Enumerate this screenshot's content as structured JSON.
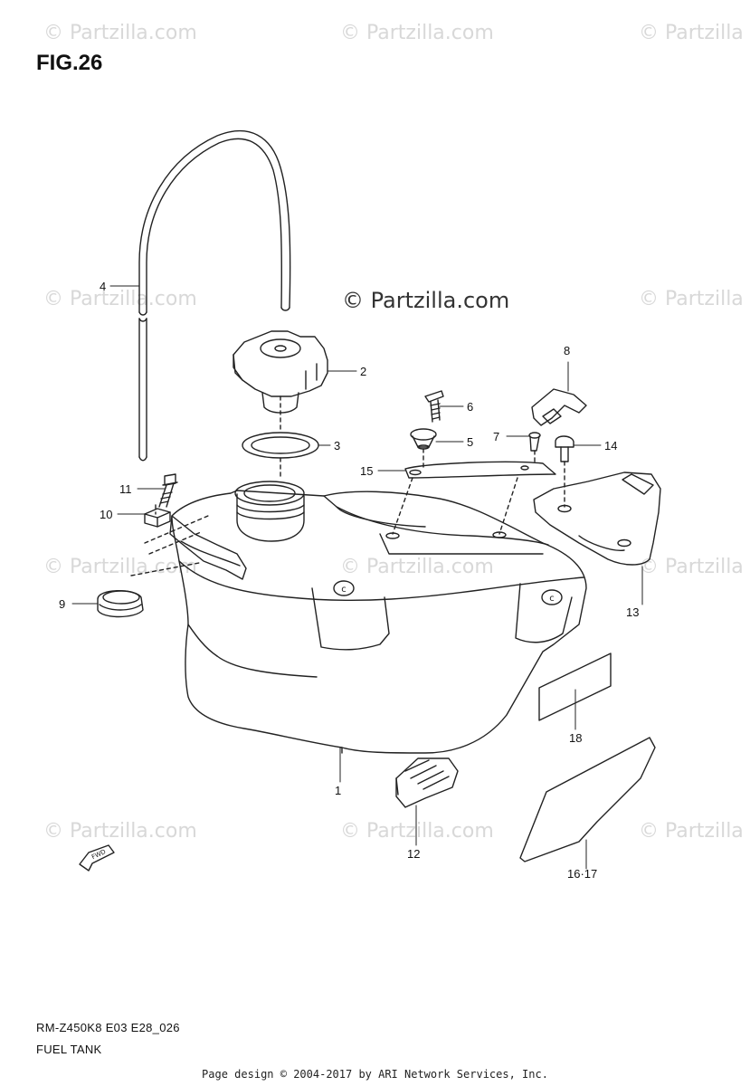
{
  "figure": {
    "label": "FIG.26"
  },
  "watermark": {
    "text": "© Partzilla.com",
    "text_short": "© Partzilla",
    "center_text": "© Partzilla.com"
  },
  "callouts": {
    "c1": "1",
    "c2": "2",
    "c3": "3",
    "c4": "4",
    "c5": "5",
    "c6": "6",
    "c7": "7",
    "c8": "8",
    "c9": "9",
    "c10": "10",
    "c11": "11",
    "c12": "12",
    "c13": "13",
    "c14": "14",
    "c15": "15",
    "c16_17": "16·17",
    "c18": "18"
  },
  "fwd_label": "FWD",
  "model_code": "RM-Z450K8 E03 E28_026",
  "diagram_title": "FUEL TANK",
  "footer": "Page design © 2004-2017 by ARI Network Services, Inc.",
  "colors": {
    "line": "#222222",
    "watermark": "#d8d8d8"
  }
}
